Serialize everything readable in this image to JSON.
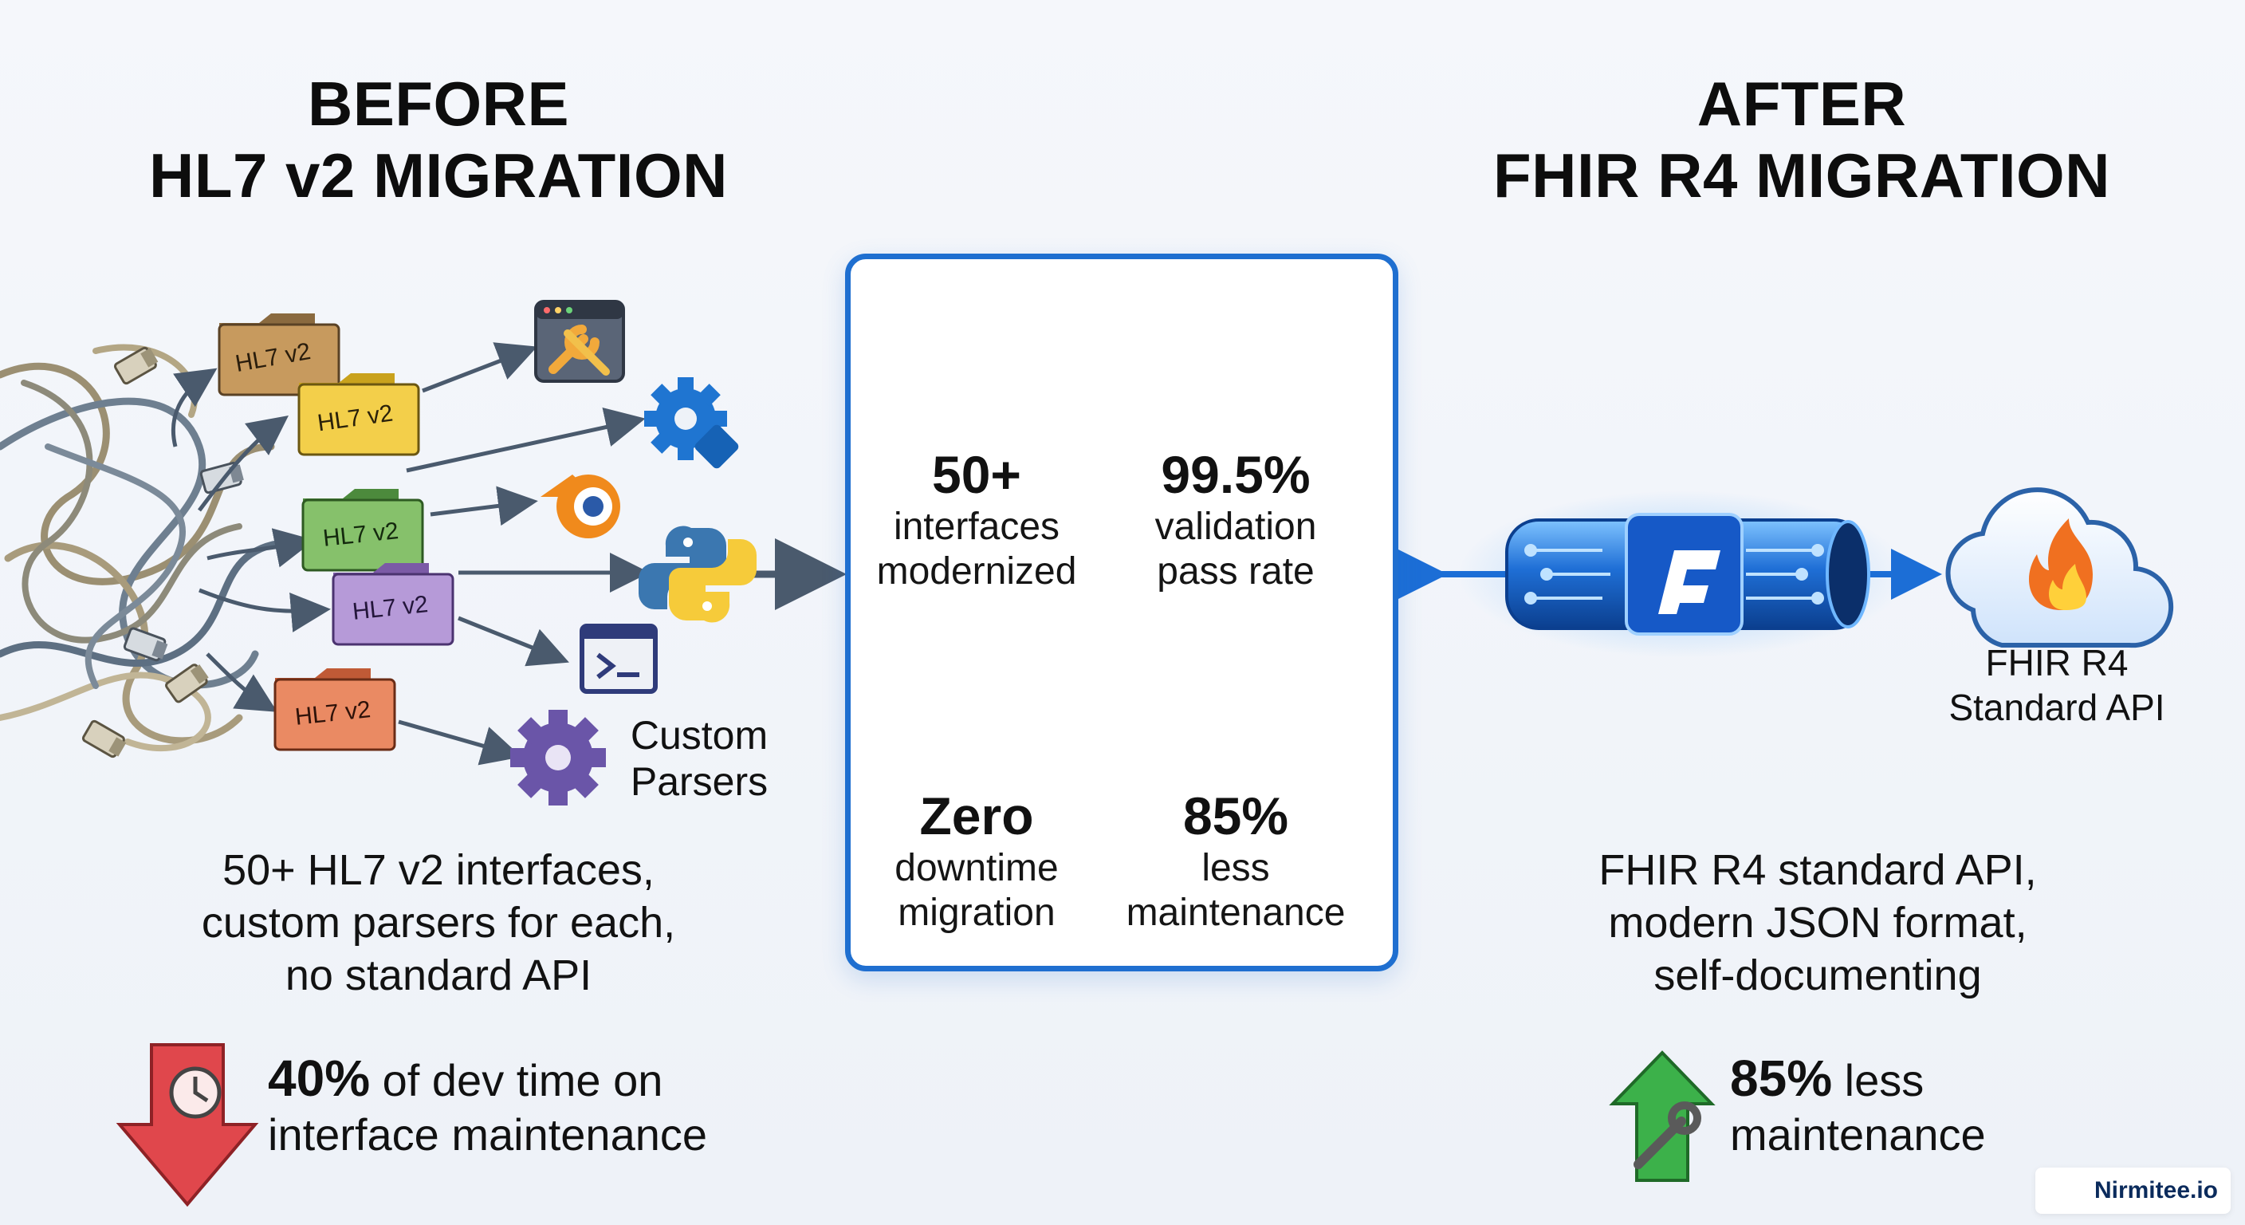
{
  "before": {
    "title_line1": "BEFORE",
    "title_line2": "HL7 v2 MIGRATION",
    "folder_label": "HL7 v2",
    "parsers_line1": "Custom",
    "parsers_line2": "Parsers",
    "desc_line1": "50+ HL7 v2 interfaces,",
    "desc_line2": "custom parsers for each,",
    "desc_line3": "no standard API",
    "callout_value": "40%",
    "callout_text1": " of dev time on",
    "callout_text2": "interface maintenance",
    "colors": {
      "down_arrow": "#e0474c"
    }
  },
  "after": {
    "title_line1": "AFTER",
    "title_line2": "FHIR R4 MIGRATION",
    "cloud_line1": "FHIR R4",
    "cloud_line2": "Standard API",
    "desc_line1": "FHIR R4 standard API,",
    "desc_line2": "modern JSON format,",
    "desc_line3": "self-documenting",
    "callout_value": "85%",
    "callout_text1": " less",
    "callout_text2": "maintenance",
    "colors": {
      "up_arrow": "#3cb14a",
      "pipe": "#1c6ed6"
    }
  },
  "metrics": [
    {
      "value": "50+",
      "label1": "interfaces",
      "label2": "modernized",
      "icon": "gears-icon"
    },
    {
      "value": "99.5%",
      "label1": "validation",
      "label2": "pass rate",
      "icon": "check-circle-icon"
    },
    {
      "value": "Zero",
      "label1": "downtime",
      "label2": "migration",
      "icon": "cloud-lock-icon"
    },
    {
      "value": "85%",
      "label1": "less",
      "label2": "maintenance",
      "icon": "up-arrow-icon"
    }
  ],
  "watermark": {
    "text": "Nirmitee.io"
  },
  "colors": {
    "panel_border": "#1f6fd0",
    "accent_blue": "#1f6fd0"
  }
}
